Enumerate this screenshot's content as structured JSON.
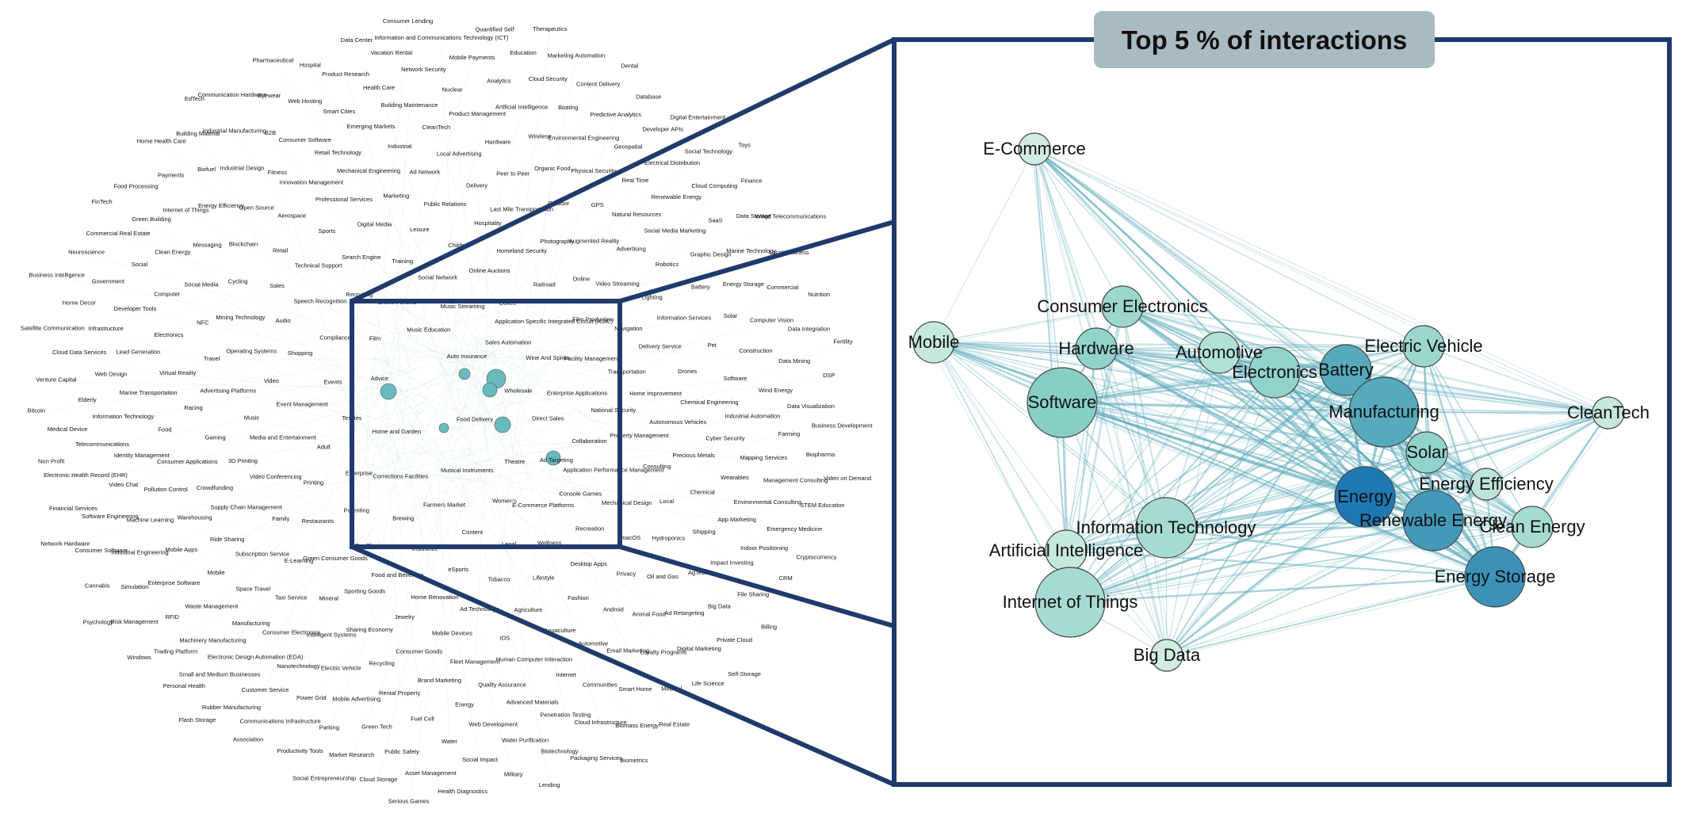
{
  "title": "Top 5 % of interactions",
  "colors": {
    "frame": "#1f3a6b",
    "title_box": "#a9bac3",
    "edge": "#5aa9b8",
    "node_light": "#e6f4ec",
    "node_mid": "#7ccbc1",
    "node_dark": "#1f78b4"
  },
  "zoom_nodes": [
    {
      "label": "E-Commerce",
      "size": 1,
      "shade": 0.1
    },
    {
      "label": "Consumer Electronics",
      "size": 2,
      "shade": 0.35
    },
    {
      "label": "Mobile",
      "size": 2,
      "shade": 0.15
    },
    {
      "label": "Hardware",
      "size": 2,
      "shade": 0.4
    },
    {
      "label": "Automotive",
      "size": 2,
      "shade": 0.25
    },
    {
      "label": "Electronics",
      "size": 3,
      "shade": 0.4
    },
    {
      "label": "Battery",
      "size": 3,
      "shade": 0.7
    },
    {
      "label": "Electric Vehicle",
      "size": 2,
      "shade": 0.35
    },
    {
      "label": "Software",
      "size": 5,
      "shade": 0.45
    },
    {
      "label": "Manufacturing",
      "size": 5,
      "shade": 0.7
    },
    {
      "label": "CleanTech",
      "size": 1,
      "shade": 0.15
    },
    {
      "label": "Solar",
      "size": 2,
      "shade": 0.4
    },
    {
      "label": "Energy Efficiency",
      "size": 1,
      "shade": 0.2
    },
    {
      "label": "Energy",
      "size": 4,
      "shade": 1.0
    },
    {
      "label": "Renewable Energy",
      "size": 4,
      "shade": 0.8
    },
    {
      "label": "Clean Energy",
      "size": 2,
      "shade": 0.3
    },
    {
      "label": "Information Technology",
      "size": 4,
      "shade": 0.3
    },
    {
      "label": "Artificial Intelligence",
      "size": 2,
      "shade": 0.15
    },
    {
      "label": "Energy Storage",
      "size": 4,
      "shade": 0.85
    },
    {
      "label": "Internet of Things",
      "size": 5,
      "shade": 0.3
    },
    {
      "label": "Big Data",
      "size": 1,
      "shade": 0.1
    }
  ],
  "overview_labels": [
    "Food Delivery",
    "Home and Garden",
    "Auto Insurance",
    "Musical Instruments",
    "Advice",
    "Wholesale",
    "Corrections Facilities",
    "Music Education",
    "Theatre",
    "Textiles",
    "Sales Automation",
    "Farmers Market",
    "Film",
    "Direct Sales",
    "Enterprise",
    "Music Streaming",
    "Women's",
    "Events",
    "Wine And Spirits",
    "Brewing",
    "Online Forums",
    "Ad Targeting",
    "Adult",
    "Coffee",
    "Content",
    "Compliance",
    "Enterprise Applications",
    "Parenting",
    "Social Network",
    "E-Commerce Platforms",
    "Event Management",
    "Application Specific Integrated Circuit (ASIC)",
    "Insurance",
    "Recruiting",
    "Collaboration",
    "Printing",
    "Online Auctions",
    "Legal",
    "Shopping",
    "Facility Management",
    "Car Sharing",
    "Training",
    "Console Games",
    "Media and Entertainment",
    "Railroad",
    "eSports",
    "Speech Recognition",
    "National Security",
    "Restaurants",
    "Children",
    "Wellness",
    "Video",
    "Film Production",
    "Food and Beverage",
    "Search Engine",
    "Application Performance Management",
    "Video Conferencing",
    "Homeland Security",
    "Tobacco",
    "Audio",
    "Transportation",
    "Green Consumer Goods",
    "Leisure",
    "Recreation",
    "Music",
    "Online",
    "Home Renovation",
    "Technical Support",
    "Property Management",
    "Family",
    "Hospitality",
    "Lifestyle",
    "Operating Systems",
    "Navigation",
    "Sporting Goods",
    "Digital Media",
    "Mechanical Design",
    "3D Printing",
    "Photography",
    "Ad Technology",
    "Sales",
    "Home Improvement",
    "E-Learning",
    "Public Relations",
    "Desktop Apps",
    "Advertising Platforms",
    "Video Streaming",
    "Jewelry",
    "Sports",
    "Consulting",
    "Supply Chain Management",
    "Last Mile Transportation",
    "Agriculture",
    "Mining Technology",
    "Delivery Service",
    "Mineral",
    "Marketing",
    "macOS",
    "Gaming",
    "Augmented Reality",
    "Mobile Devices",
    "Retail",
    "Autonomous Vehicles",
    "Subscription Service",
    "Delivery",
    "Fashion",
    "Travel",
    "Lighting",
    "Sharing Economy",
    "Professional Services",
    "Local",
    "Crowdfunding",
    "Outdoor",
    "iOS",
    "Cycling",
    "Drones",
    "Taxi Service",
    "Ad Network",
    "Privacy",
    "Racing",
    "Advertising",
    "Consumer Goods",
    "Aerospace",
    "Precious Metals",
    "Ride Sharing",
    "Peer to Peer",
    "Aquaculture",
    "NFC",
    "Information Services",
    "Intelligent Systems",
    "Mechanical Engineering",
    "Hydroponics",
    "Consumer Applications",
    "GPS",
    "Fleet Management",
    "Blockchain",
    "Chemical Engineering",
    "Space Travel",
    "Local Advertising",
    "Android",
    "Virtual Reality",
    "Robotics",
    "Recycling",
    "Innovation Management",
    "Chemical",
    "Warehousing",
    "Organic Food",
    "Human Computer Interaction",
    "Social Media",
    "Pet",
    "Consumer Electronics",
    "Industrial",
    "Oil and Gas",
    "Food",
    "Natural Resources",
    "Brand Marketing",
    "Open Source",
    "Cyber Security",
    "Mobile",
    "Hardware",
    "Automotive",
    "Electronics",
    "Battery",
    "Electric Vehicle",
    "Retail Technology",
    "Shipping",
    "Pollution Control",
    "Physical Security",
    "Quality Assurance",
    "Messaging",
    "Software",
    "Manufacturing",
    "CleanTech",
    "Animal Food",
    "Marine Transportation",
    "Social Media Marketing",
    "Rental Property",
    "Fitness",
    "Wearables",
    "Mobile Apps",
    "Wireless",
    "Internet",
    "Computer",
    "Solar",
    "Nanotechnology",
    "Emerging Markets",
    "AgTech",
    "Identity Management",
    "Real Time",
    "Energy",
    "Energy Efficiency",
    "Industrial Automation",
    "Waste Management",
    "Product Management",
    "Email Marketing",
    "Lead Generation",
    "Graphic Design",
    "Mobile Advertising",
    "Consumer Software",
    "App Marketing",
    "Machine Learning",
    "Environmental Engineering",
    "Advanced Materials",
    "Clean Energy",
    "Construction",
    "Electronic Design Automation (EDA)",
    "Building Maintenance",
    "Ad Retargeting",
    "Information Technology",
    "Renewable Energy",
    "Fuel Cell",
    "Industrial Design",
    "Mapping Services",
    "Enterprise Software",
    "Artificial Intelligence",
    "Communities",
    "Developer Tools",
    "Energy Storage",
    "Power Grid",
    "Smart Cities",
    "Impact Investing",
    "Video Chat",
    "Geospatial",
    "Web Development",
    "Internet of Things",
    "Wind Energy",
    "Machinery Manufacturing",
    "Nuclear",
    "Loyalty Programs",
    "Web Design",
    "SaaS",
    "Green Tech",
    "B2B",
    "Environmental Consulting",
    "Industrial Engineering",
    "Boating",
    "Penetration Testing",
    "Social",
    "Computer Vision",
    "Customer Service",
    "Health Care",
    "Big Data",
    "Telecommunications",
    "Electrical Distribution",
    "Water",
    "Biofuel",
    "Farming",
    "RFID",
    "Analytics",
    "Smart Home",
    "Infrastructure",
    "Marine Technology",
    "Parking",
    "Web Hosting",
    "Indoor Positioning",
    "Software Engineering",
    "Predictive Analytics",
    "Water Purification",
    "Green Building",
    "Data Mining",
    "Small and Medium Businesses",
    "Network Security",
    "Digital Marketing",
    "Elderly",
    "Cloud Computing",
    "Public Safety",
    "Industrial Manufacturing",
    "Management Consulting",
    "Simulation",
    "Cloud Security",
    "Cloud Infrastructure",
    "Government",
    "Commercial",
    "Communications Infrastructure",
    "Product Research",
    "File Sharing",
    "Electronic Health Record (EHR)",
    "Developer APIs",
    "Social Impact",
    "Payments",
    "Data Visualization",
    "Trading Platform",
    "Mobile Payments",
    "Medical",
    "Cloud Data Services",
    "Data Storage",
    "Market Research",
    "Eyewear",
    "Emergency Medicine",
    "Consumer Software",
    "Content Delivery",
    "Biotechnology",
    "Commercial Real Estate",
    "Data Integration",
    "Rubber Manufacturing",
    "Vacation Rental",
    "Private Cloud",
    "Medical Device",
    "Social Technology",
    "Asset Management",
    "Building Material",
    "Biopharma",
    "Risk Management",
    "Education",
    "Biomass Energy",
    "Home Decor",
    "Local Business",
    "Productivity Tools",
    "Hospital",
    "CRM",
    "Financial Services",
    "Database",
    "Military",
    "Food Processing",
    "DSP",
    "Personal Health",
    "Information and Communications Technology (ICT)",
    "Life Science",
    "Venture Capital",
    "Finance",
    "Cloud Storage",
    "Communication Hardware",
    "STEM Education",
    "Cannabis",
    "Marketing Automation",
    "Packaging Services",
    "Neuroscience",
    "Nutrition",
    "Association",
    "Data Center",
    "Billing",
    "Non Profit",
    "Digital Entertainment",
    "Health Diagnostics",
    "Home Health Care",
    "Business Development",
    "Windows",
    "Quantified Self",
    "Real Estate",
    "Satellite Communication",
    "Wired Telecommunications",
    "Social Entrepreneurship",
    "Pharmaceutical",
    "Cryptocurrency",
    "Network Hardware",
    "Dental",
    "Lending",
    "FinTech",
    "Fertility",
    "Flash Storage",
    "Consumer Lending",
    "Self-Storage",
    "Bitcoin",
    "Toys",
    "Serious Games",
    "EdTech",
    "Video on Demand",
    "Psychology",
    "Therapeutics",
    "Biometrics",
    "Business Intelligence"
  ]
}
